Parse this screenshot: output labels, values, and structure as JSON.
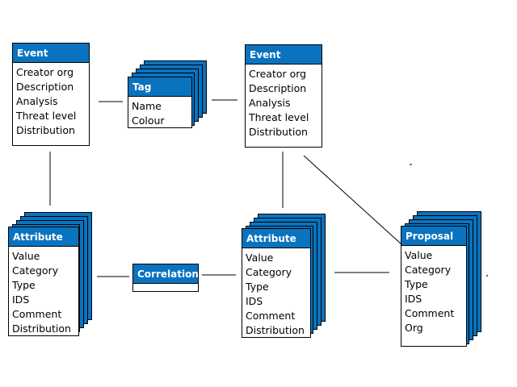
{
  "diagram": {
    "event_1": {
      "title": "Event",
      "fields": [
        "Creator org",
        "Description",
        "Analysis",
        "Threat level",
        "Distribution"
      ]
    },
    "tag": {
      "title": "Tag",
      "fields": [
        "Name",
        "Colour"
      ]
    },
    "event_2": {
      "title": "Event",
      "fields": [
        "Creator org",
        "Description",
        "Analysis",
        "Threat level",
        "Distribution"
      ]
    },
    "attribute_1": {
      "title": "Attribute",
      "fields": [
        "Value",
        "Category",
        "Type",
        "IDS",
        "Comment",
        "Distribution"
      ]
    },
    "correlation": {
      "title": "Correlation",
      "fields": []
    },
    "attribute_2": {
      "title": "Attribute",
      "fields": [
        "Value",
        "Category",
        "Type",
        "IDS",
        "Comment",
        "Distribution"
      ]
    },
    "proposal": {
      "title": "Proposal",
      "fields": [
        "Value",
        "Category",
        "Type",
        "IDS",
        "Comment",
        "Org"
      ]
    }
  },
  "colors": {
    "header_fill": "#0a73c0",
    "header_text": "#ffffff",
    "line": "#000000"
  }
}
